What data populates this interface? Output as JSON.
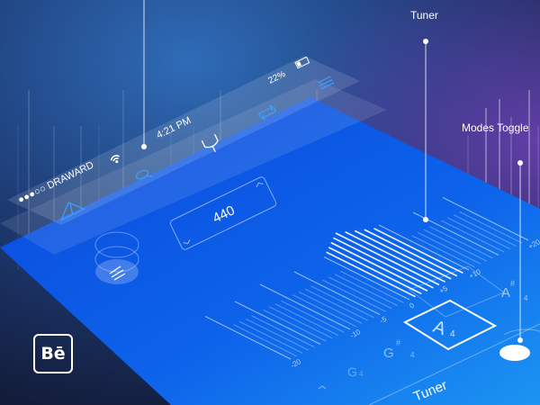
{
  "status_bar": {
    "carrier": "●●●○○ DRAWARD",
    "time": "4:21 PM",
    "battery": "22%"
  },
  "icons": [
    "metronome-icon",
    "microphone-icon",
    "tuning-fork-icon",
    "repeat-icon",
    "menu-icon",
    "wifi-icon",
    "battery-icon"
  ],
  "frequency": {
    "value": "440"
  },
  "scale_labels": [
    "-20",
    "-10",
    "-5",
    "0",
    "+5",
    "+10",
    "+20"
  ],
  "notes": {
    "g": "G",
    "g_sub": "4",
    "gs": "G",
    "gs_sharp": "#",
    "gs_sub": "4",
    "a": "A",
    "a_sub": "4",
    "as": "A",
    "as_sharp": "#",
    "as_sub": "4"
  },
  "mode_label": "Tuner",
  "callouts": {
    "tuner": "Tuner",
    "modes_toggle": "Modes Toggle"
  },
  "brand": "Bē",
  "colors": {
    "accent": "#0b55e6",
    "background": "#1b2d5c",
    "purple": "#5b3c9e",
    "icon_blue": "#3aa0ff"
  }
}
